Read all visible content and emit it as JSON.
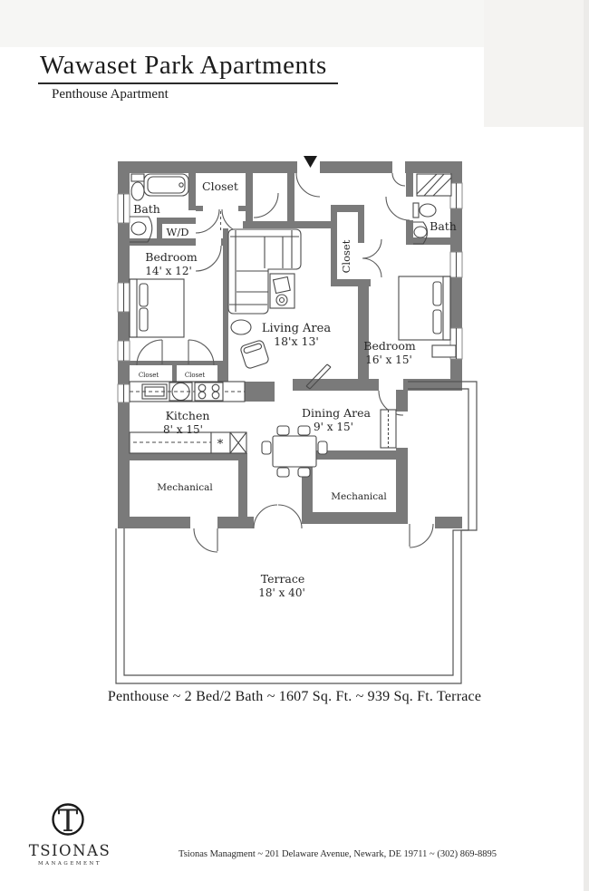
{
  "header": {
    "title": "Wawaset Park Apartments",
    "subtitle": "Penthouse Apartment"
  },
  "floorplan": {
    "caption": "Penthouse ~ 2 Bed/2 Bath ~ 1607 Sq. Ft. ~ 939 Sq. Ft. Terrace",
    "rooms": {
      "bath_left": {
        "name": "Bath"
      },
      "closet_top": {
        "name": "Closet"
      },
      "wd": {
        "name": "W/D"
      },
      "bedroom_left": {
        "name": "Bedroom",
        "dims": "14' x 12'"
      },
      "living": {
        "name": "Living Area",
        "dims": "18'x 13'"
      },
      "closet_mid": {
        "name": "Closet"
      },
      "bath_right": {
        "name": "Bath"
      },
      "bedroom_right": {
        "name": "Bedroom",
        "dims": "16' x 15'"
      },
      "closet_small_left": {
        "name": "Closet"
      },
      "closet_small_right": {
        "name": "Closet"
      },
      "kitchen": {
        "name": "Kitchen",
        "dims": "8' x 15'"
      },
      "dining": {
        "name": "Dining Area",
        "dims": "9' x 15'"
      },
      "mechanical_left": {
        "name": "Mechanical"
      },
      "mechanical_right": {
        "name": "Mechanical"
      },
      "terrace": {
        "name": "Terrace",
        "dims": "18' x 40'"
      }
    }
  },
  "footer": {
    "logo": {
      "monogram": "T",
      "name": "TSIONAS",
      "tagline": "MANAGEMENT"
    },
    "contact": "Tsionas Managment ~ 201 Delaware Avenue, Newark, DE 19711 ~ (302) 869-8895"
  },
  "colors": {
    "wall": "#7a7a7a",
    "line": "#4a4a4a",
    "label": "#262626",
    "ink": "#1a1a1a"
  }
}
